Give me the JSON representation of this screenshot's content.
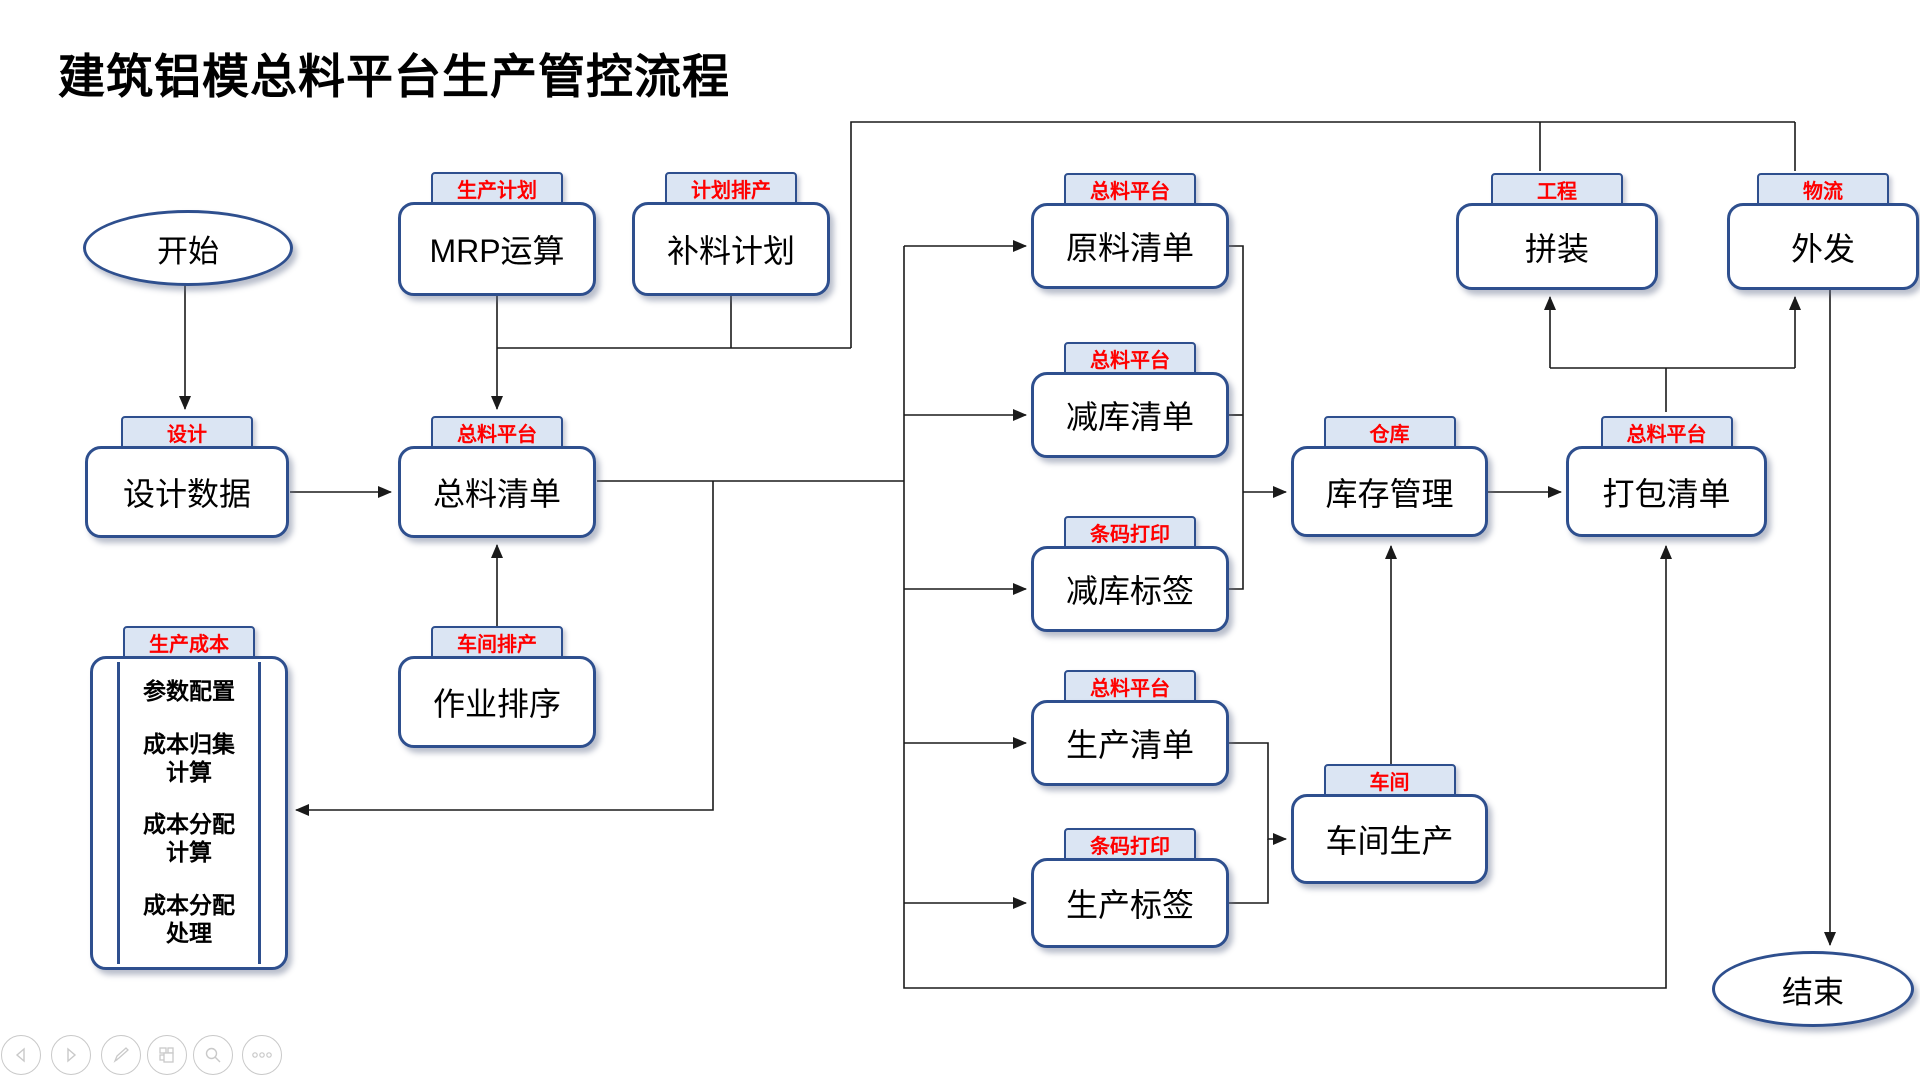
{
  "title": "建筑铝模总料平台生产管控流程",
  "colors": {
    "node_border": "#2E4F8E",
    "tab_background": "#DBE5F3",
    "tab_text": "#FF0000",
    "connector": "#1a1a1a",
    "toolbar_icon": "#c9c9c9"
  },
  "nodes": {
    "start": {
      "label": "开始"
    },
    "mrp": {
      "tab": "生产计划",
      "label": "MRP运算"
    },
    "buliao": {
      "tab": "计划排产",
      "label": "补料计划"
    },
    "sheji": {
      "tab": "设计",
      "label": "设计数据"
    },
    "zongliao": {
      "tab": "总料平台",
      "label": "总料清单"
    },
    "zuoye": {
      "tab": "车间排产",
      "label": "作业排序"
    },
    "chengben": {
      "tab": "生产成本",
      "items": [
        "参数配置",
        "成本归集计算",
        "成本分配计算",
        "成本分配处理"
      ]
    },
    "yuanliao": {
      "tab": "总料平台",
      "label": "原料清单"
    },
    "jianku_qingdan": {
      "tab": "总料平台",
      "label": "减库清单"
    },
    "jianku_biaoqian": {
      "tab": "条码打印",
      "label": "减库标签"
    },
    "shengchan_qingdan": {
      "tab": "总料平台",
      "label": "生产清单"
    },
    "shengchan_biaoqian": {
      "tab": "条码打印",
      "label": "生产标签"
    },
    "kucun": {
      "tab": "仓库",
      "label": "库存管理"
    },
    "chejian": {
      "tab": "车间",
      "label": "车间生产"
    },
    "pinzhuang": {
      "tab": "工程",
      "label": "拼装"
    },
    "waifa": {
      "tab": "物流",
      "label": "外发"
    },
    "dabao": {
      "tab": "总料平台",
      "label": "打包清单"
    },
    "end": {
      "label": "结束"
    }
  },
  "toolbar": {
    "icons": [
      "previous",
      "next",
      "pen",
      "slides",
      "zoom",
      "more"
    ]
  }
}
